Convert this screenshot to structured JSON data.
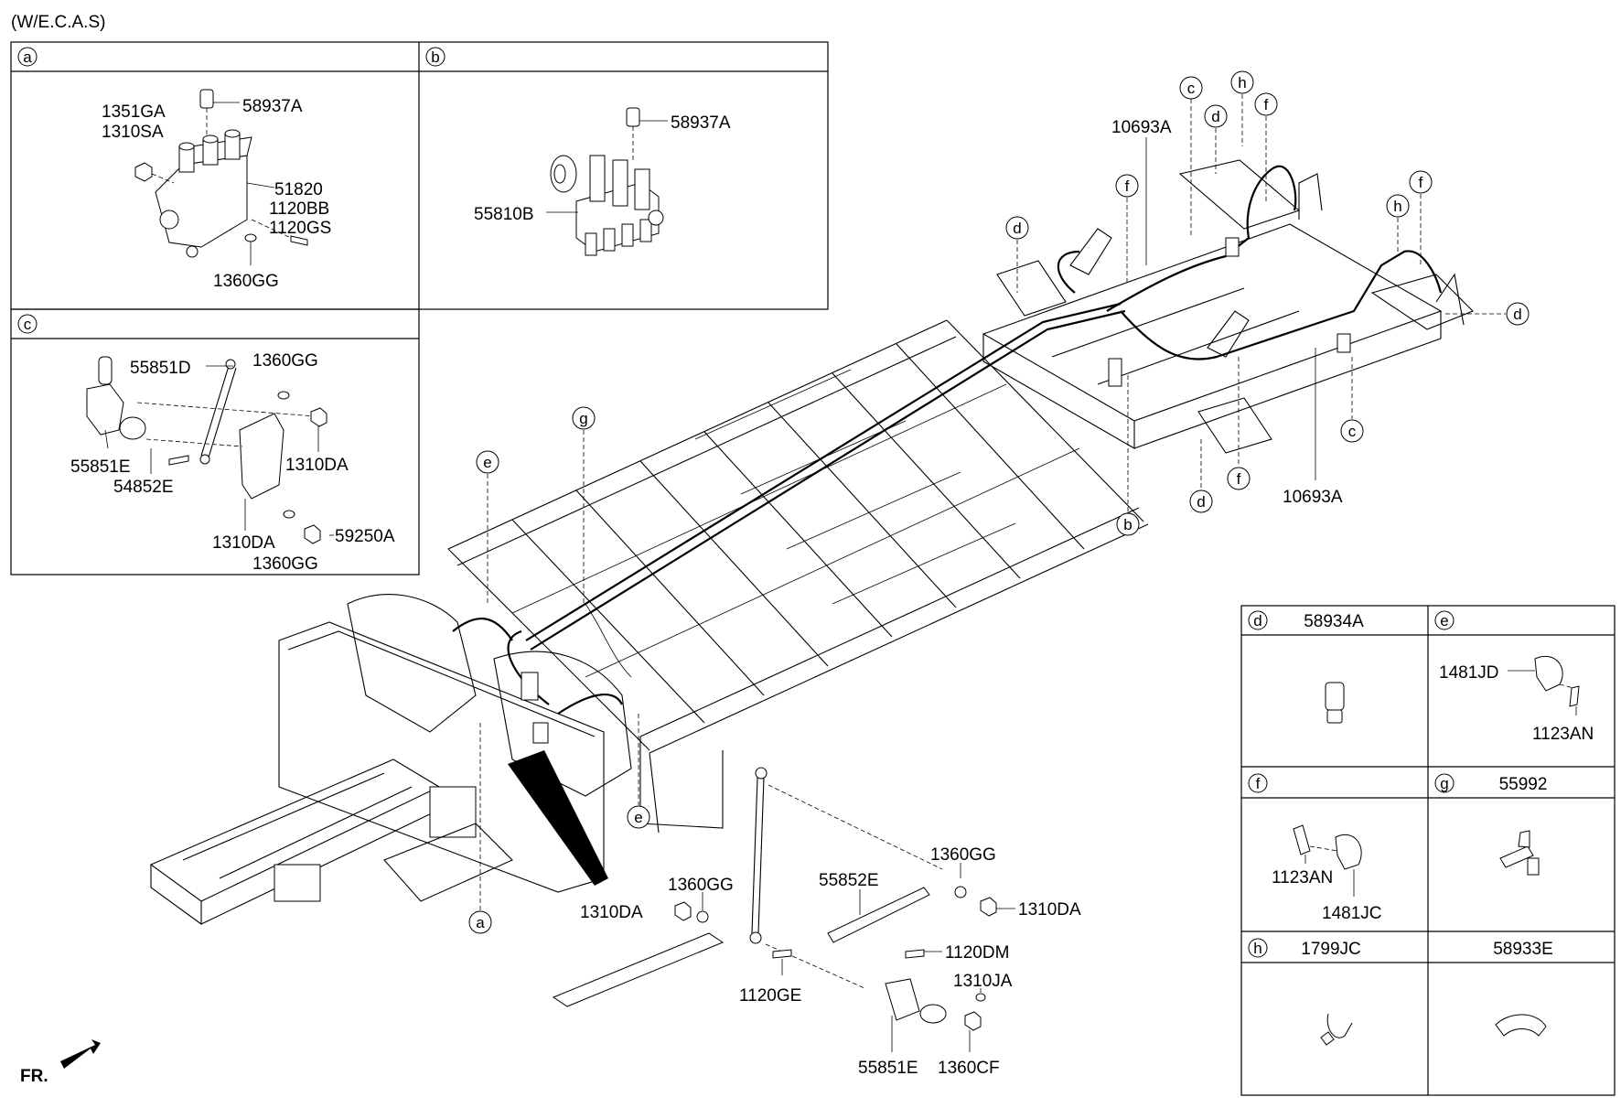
{
  "header": {
    "variant": "(W/E.C.A.S)"
  },
  "panels": {
    "a": {
      "letter": "a",
      "parts": [
        "1351GA",
        "1310SA",
        "58937A",
        "51820",
        "1120BB",
        "1120GS",
        "1360GG"
      ]
    },
    "b": {
      "letter": "b",
      "parts": [
        "58937A",
        "55810B"
      ]
    },
    "c": {
      "letter": "c",
      "parts": [
        "55851D",
        "1360GG",
        "55851E",
        "1310DA",
        "54852E",
        "59250A",
        "1310DA",
        "1360GG"
      ]
    }
  },
  "legend": {
    "d": {
      "letter": "d",
      "part": "58934A"
    },
    "e": {
      "letter": "e",
      "parts": [
        "1481JD",
        "1123AN"
      ]
    },
    "f": {
      "letter": "f",
      "parts": [
        "1123AN",
        "1481JC"
      ]
    },
    "g": {
      "letter": "g",
      "part": "55992"
    },
    "h": {
      "letter": "h",
      "part": "1799JC"
    },
    "h2": {
      "part": "58933E"
    }
  },
  "main": {
    "callouts": {
      "c1": "c",
      "h1": "h",
      "f1": "f",
      "d1": "d",
      "f2": "f",
      "d2": "d",
      "h2": "h",
      "f3": "f",
      "d3": "d",
      "c2": "c",
      "f4": "f",
      "d4": "d",
      "b1": "b",
      "g1": "g",
      "e1": "e",
      "e2": "e",
      "a1": "a"
    },
    "parts": {
      "p10693a_top": "10693A",
      "p10693a_bot": "10693A",
      "p1360gg_a": "1360GG",
      "p1360gg_b": "1360GG",
      "p55852e": "55852E",
      "p1310da_a": "1310DA",
      "p1310da_b": "1310DA",
      "p1120dm": "1120DM",
      "p1310ja": "1310JA",
      "p1120ge": "1120GE",
      "p55851e": "55851E",
      "p1360cf": "1360CF"
    }
  },
  "footer": {
    "direction": "FR."
  }
}
